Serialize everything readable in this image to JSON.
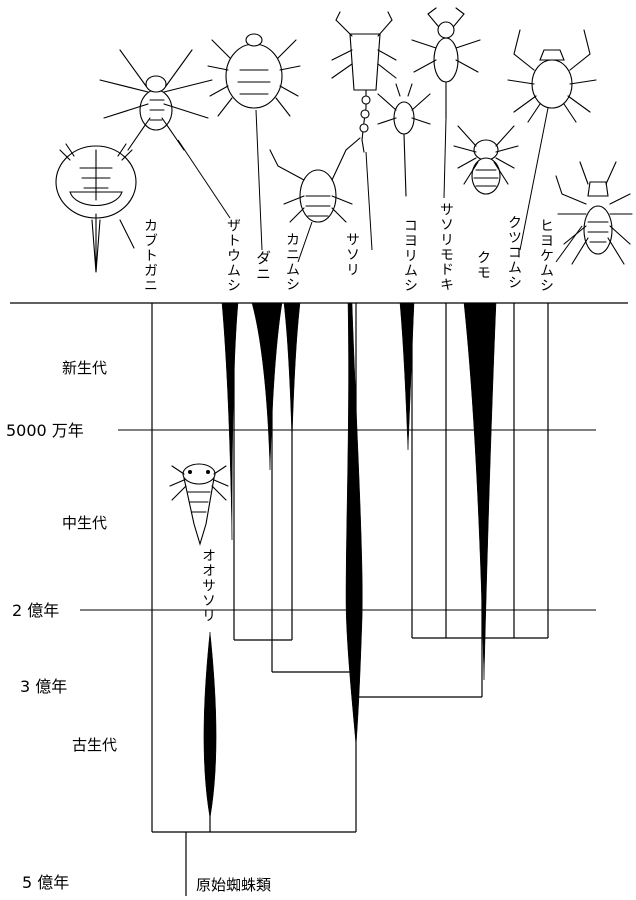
{
  "time_labels": {
    "cenozoic": "新生代",
    "ma50": "5000 万年",
    "mesozoic": "中生代",
    "ma200": "2 億年",
    "ma300": "3 億年",
    "paleozoic": "古生代",
    "ma500": "5 億年"
  },
  "root_label": "原始蜘蛛類",
  "taxa": {
    "kabutogani": "カブトガニ",
    "zatoumushi": "ザトウムシ",
    "dani": "ダニ",
    "kanimushi": "カニムシ",
    "sasori": "サソリ",
    "koyorimushi": "コヨリムシ",
    "sasorimodoki": "サソリモドキ",
    "kumo": "クモ",
    "kutsukomushi": "クツコムシ",
    "hiyokemushi": "ヒヨケムシ",
    "oosasori": "オオサソリ"
  }
}
